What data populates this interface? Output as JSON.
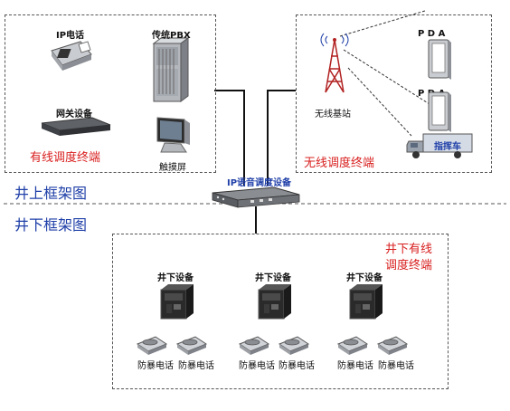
{
  "top": {
    "wired": {
      "ip_phone": "IP电话",
      "pbx": "传统PBX",
      "gateway": "网关设备",
      "touchscreen": "触摸屏",
      "caption": "有线调度终端"
    },
    "wireless": {
      "base_station": "无线基站",
      "pda1": "P D A",
      "pda2": "P D A",
      "vehicle": "指挥车",
      "caption": "无线调度终端"
    },
    "frame_label": "井上框架图"
  },
  "center": {
    "device_label": "IP语音调度设备"
  },
  "bottom": {
    "frame_label": "井下框架图",
    "caption_line1": "井下有线",
    "caption_line2": "调度终端",
    "groups": [
      {
        "device": "井下设备",
        "phone1": "防暴电话",
        "phone2": "防暴电话"
      },
      {
        "device": "井下设备",
        "phone1": "防暴电话",
        "phone2": "防暴电话"
      },
      {
        "device": "井下设备",
        "phone1": "防暴电话",
        "phone2": "防暴电话"
      }
    ]
  }
}
